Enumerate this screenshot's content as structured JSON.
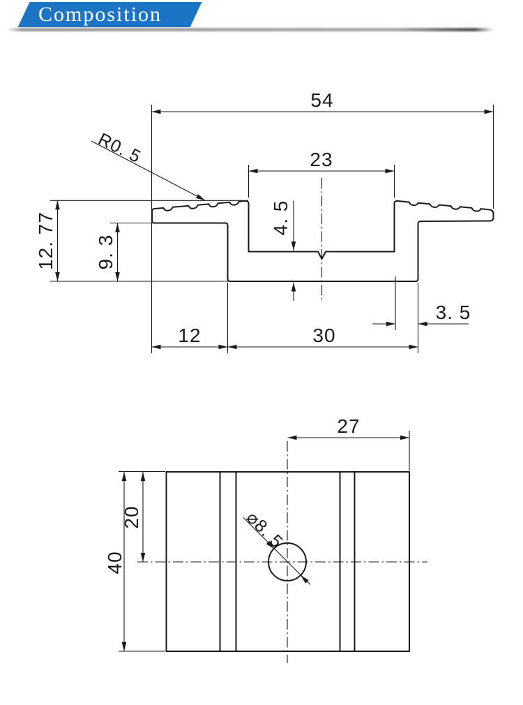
{
  "banner": {
    "title": "Composition",
    "background_color": "#1b74c4",
    "shadow_color": "#9a9a9a"
  },
  "line_color": "#1a1a1a",
  "drawings": {
    "cross_section": {
      "dims": {
        "overall_width": "54",
        "slot_width": "23",
        "serration_radius": "R0. 5",
        "floor_thickness": "4. 5",
        "overall_height": "12. 77",
        "pocket_height": "9. 3",
        "left_overhang_width": "12",
        "base_width": "30",
        "right_wall_thickness": "3. 5"
      }
    },
    "plan_view": {
      "dims": {
        "hole_center_to_edge": "27",
        "edge_to_hole_center": "20",
        "overall_length": "40",
        "hole_diameter": "⌀8. 5"
      }
    }
  }
}
